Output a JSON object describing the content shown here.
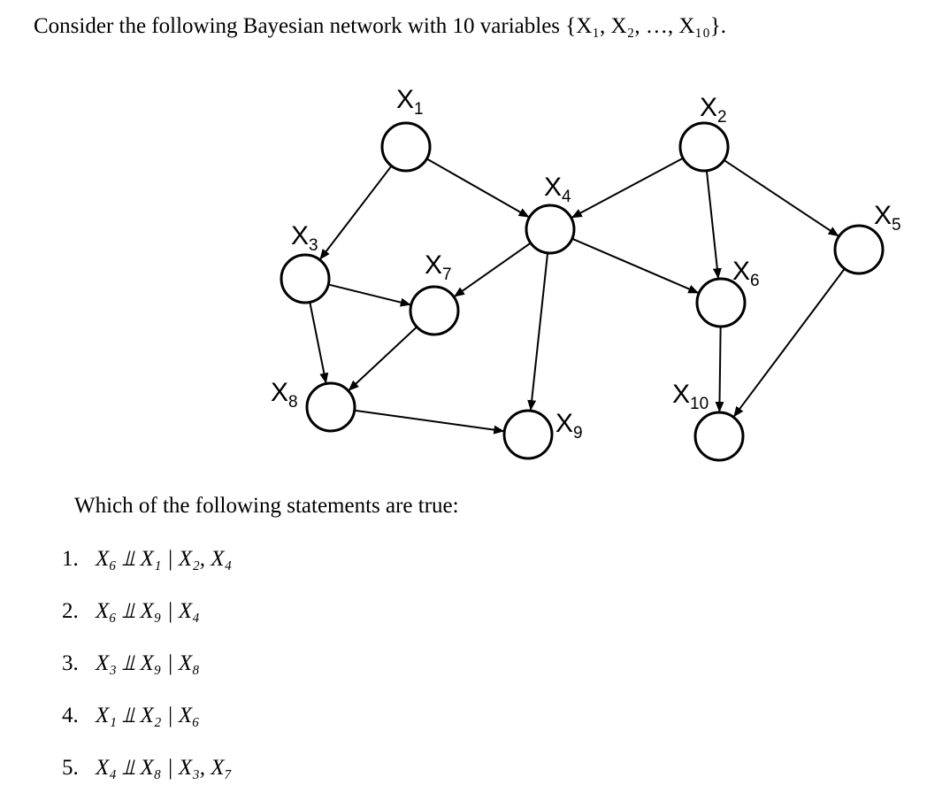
{
  "intro": {
    "text": "Consider the following Bayesian network with 10 variables",
    "set_notation": "{X₁, X₂, …, X₁₀}."
  },
  "graph": {
    "nodes": [
      {
        "id": "X1",
        "label": "X",
        "sub": "1"
      },
      {
        "id": "X2",
        "label": "X",
        "sub": "2"
      },
      {
        "id": "X3",
        "label": "X",
        "sub": "3"
      },
      {
        "id": "X4",
        "label": "X",
        "sub": "4"
      },
      {
        "id": "X5",
        "label": "X",
        "sub": "5"
      },
      {
        "id": "X6",
        "label": "X",
        "sub": "6"
      },
      {
        "id": "X7",
        "label": "X",
        "sub": "7"
      },
      {
        "id": "X8",
        "label": "X",
        "sub": "8"
      },
      {
        "id": "X9",
        "label": "X",
        "sub": "9"
      },
      {
        "id": "X10",
        "label": "X",
        "sub": "10"
      }
    ],
    "edges": [
      [
        "X1",
        "X3"
      ],
      [
        "X1",
        "X4"
      ],
      [
        "X2",
        "X4"
      ],
      [
        "X2",
        "X6"
      ],
      [
        "X2",
        "X5"
      ],
      [
        "X3",
        "X7"
      ],
      [
        "X3",
        "X8"
      ],
      [
        "X4",
        "X7"
      ],
      [
        "X4",
        "X9"
      ],
      [
        "X4",
        "X6"
      ],
      [
        "X7",
        "X8"
      ],
      [
        "X8",
        "X9"
      ],
      [
        "X6",
        "X10"
      ],
      [
        "X5",
        "X10"
      ]
    ]
  },
  "question": "Which of the following statements are true:",
  "statements": [
    {
      "num": "1.",
      "text": "X₆ ⫫ X₁ | X₂, X₄"
    },
    {
      "num": "2.",
      "text": "X₆ ⫫ X₉ | X₄"
    },
    {
      "num": "3.",
      "text": "X₃ ⫫ X₉ | X₈"
    },
    {
      "num": "4.",
      "text": "X₁ ⫫ X₂ | X₆"
    },
    {
      "num": "5.",
      "text": "X₄ ⫫ X₈ | X₃, X₇"
    }
  ]
}
